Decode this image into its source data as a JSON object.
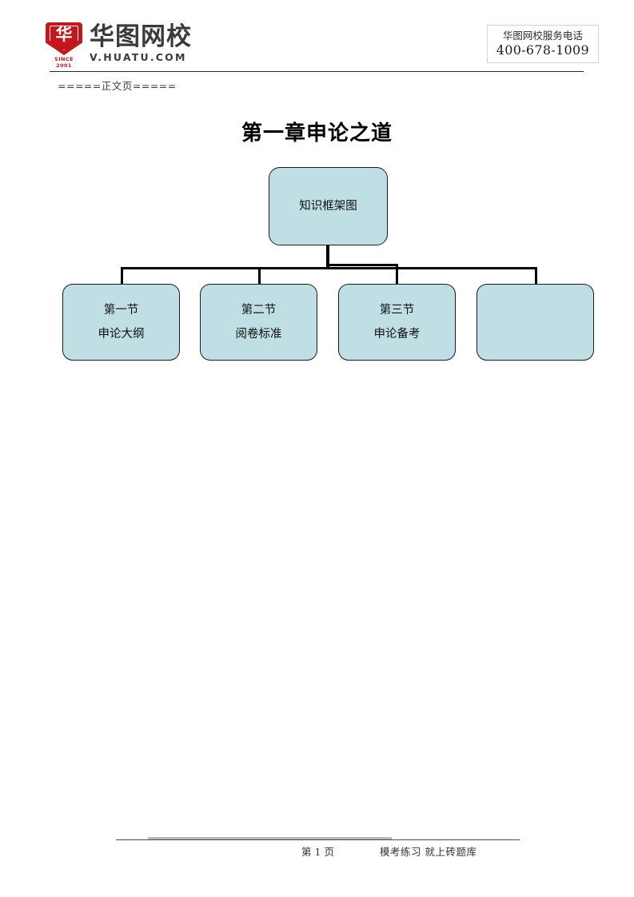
{
  "header": {
    "logo": {
      "mark_glyph": "华",
      "since": "SINCE 2001",
      "wordmark_cn": "华图网校",
      "wordmark_en": "V.HUATU.COM"
    },
    "service": {
      "label": "华图网校服务电话",
      "phone": "400-678-1009"
    },
    "page_marker": "=====正文页====="
  },
  "title": "第一章申论之道",
  "diagram": {
    "root": {
      "lines": [
        "知识框架图"
      ]
    },
    "children": [
      {
        "lines": [
          "第一节",
          "申论大纲"
        ]
      },
      {
        "lines": [
          "第二节",
          "阅卷标准"
        ]
      },
      {
        "lines": [
          "第三节",
          "申论备考"
        ]
      },
      {
        "lines": [
          "",
          ""
        ]
      }
    ],
    "colors": {
      "node_fill": "#bfdfe4",
      "node_border": "#1b1b1b",
      "connector": "#000000"
    }
  },
  "footer": {
    "page_number": "第 1 页",
    "slogan": "模考练习  就上砖题库"
  }
}
